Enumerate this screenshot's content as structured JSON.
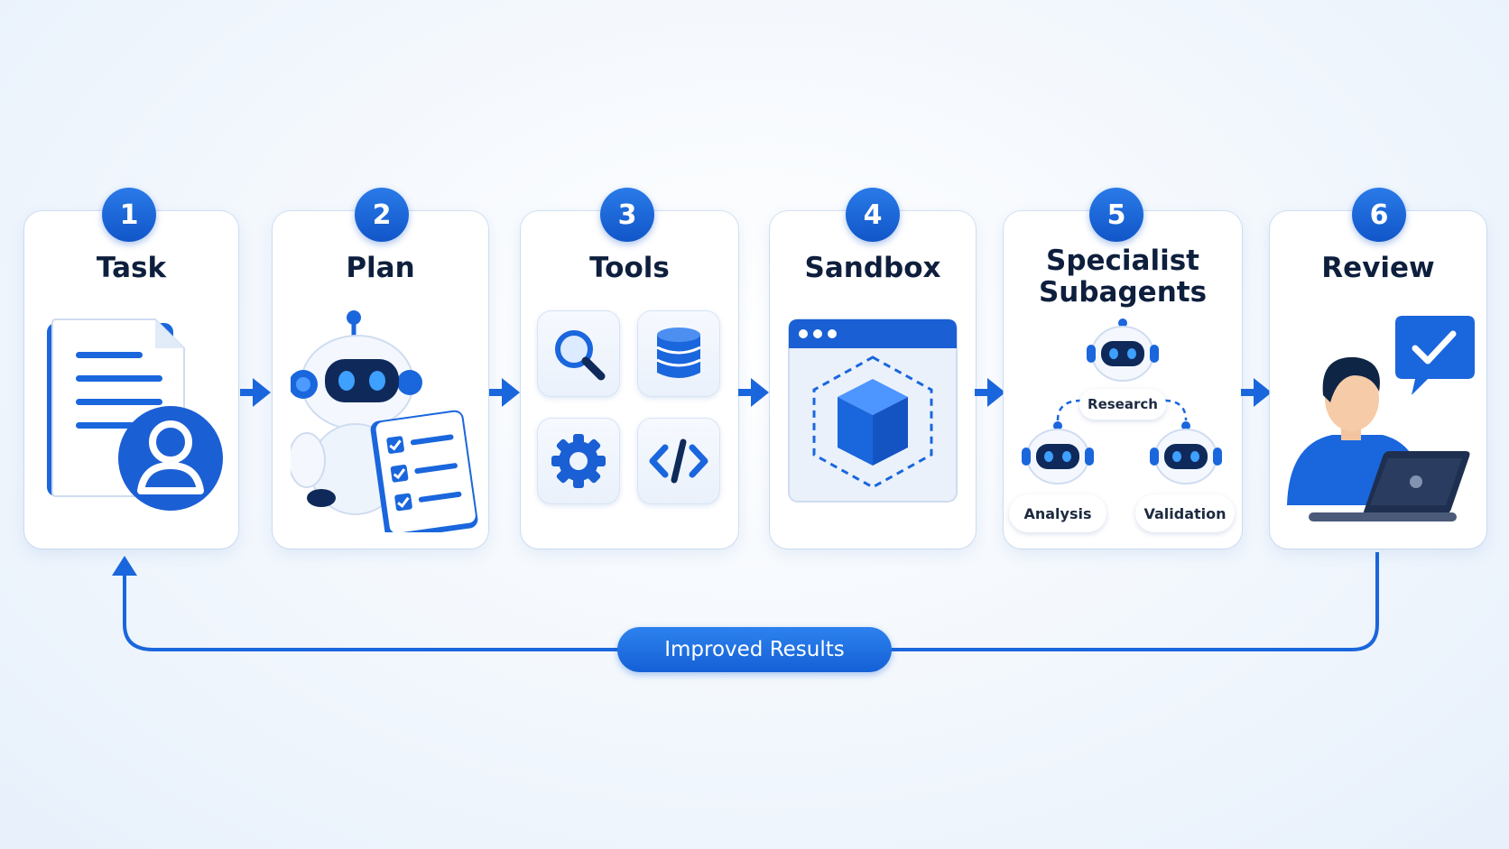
{
  "steps": [
    {
      "number": "1",
      "title": "Task"
    },
    {
      "number": "2",
      "title": "Plan"
    },
    {
      "number": "3",
      "title": "Tools"
    },
    {
      "number": "4",
      "title": "Sandbox"
    },
    {
      "number": "5",
      "title_line1": "Specialist",
      "title_line2": "Subagents"
    },
    {
      "number": "6",
      "title": "Review"
    }
  ],
  "subagents": {
    "research": "Research",
    "analysis": "Analysis",
    "validation": "Validation"
  },
  "feedback": {
    "label": "Improved Results"
  },
  "colors": {
    "accent": "#1a66dd",
    "dark_text": "#0e1f3d",
    "navy": "#0f2a5a"
  }
}
